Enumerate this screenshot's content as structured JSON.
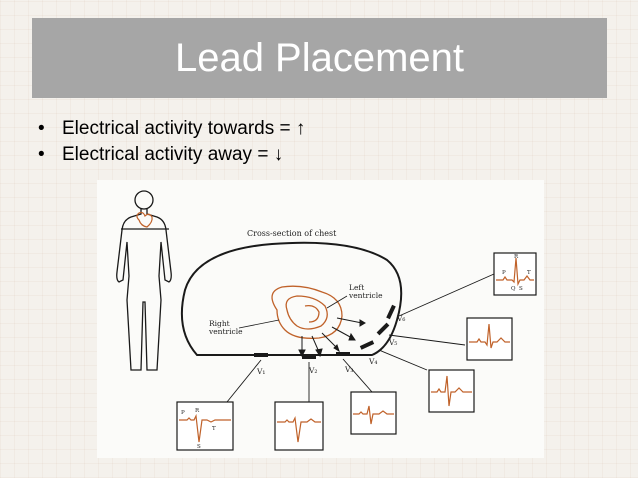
{
  "slide": {
    "title": "Lead Placement",
    "bullets": [
      {
        "marker": "•",
        "text": "Electrical activity towards = ↑"
      },
      {
        "marker": "•",
        "text": "Electrical activity away = ↓"
      }
    ]
  },
  "figure": {
    "chest_label": "Cross-section of chest",
    "left_ventricle_label_1": "Left",
    "left_ventricle_label_2": "ventricle",
    "right_ventricle_label_1": "Right",
    "right_ventricle_label_2": "ventricle",
    "leads": {
      "v1": "V₁",
      "v2": "V₂",
      "v3": "V₃",
      "v4": "V₄",
      "v5": "V₅",
      "v6": "V₆"
    },
    "waves": {
      "v6_r": "R",
      "v6_p": "P",
      "v6_t": "T",
      "v6_q": "Q",
      "v6_s": "S",
      "v1_p": "P",
      "v1_r": "R",
      "v1_t": "T",
      "v1_s": "S"
    },
    "colors": {
      "heart": "#c0622a",
      "ecg": "#c0622a",
      "line": "#1a1a1a"
    }
  }
}
